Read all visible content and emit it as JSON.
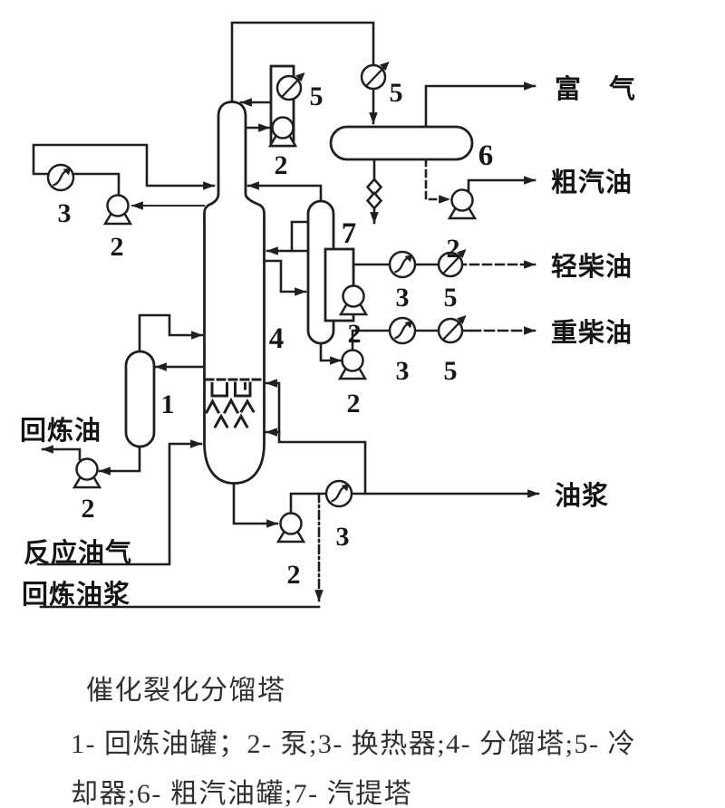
{
  "figure": {
    "background": "#ffffff",
    "ink_color": "#1f1f1f",
    "streams": {
      "rich_gas": "富　气",
      "crude_gasoline": "粗汽油",
      "light_diesel": "轻柴油",
      "heavy_diesel": "重柴油",
      "oil_slurry": "油浆",
      "recycle_oil": "回炼油",
      "reaction_oil_gas": "反应油气",
      "recycle_oil_slurry": "回炼油浆"
    },
    "equipment_labels": {
      "recycle_oil_tank": "1",
      "pump": "2",
      "heat_exchanger": "3",
      "fractionator": "4",
      "cooler": "5",
      "gasoline_tank": "6",
      "stripper": "7"
    },
    "caption": {
      "title": "催化裂化分馏塔",
      "legend_line1": "1- 回炼油罐；2- 泵;3- 换热器;4- 分馏塔;5- 冷",
      "legend_line2": "却器;6- 粗汽油罐;7- 汽提塔"
    }
  }
}
